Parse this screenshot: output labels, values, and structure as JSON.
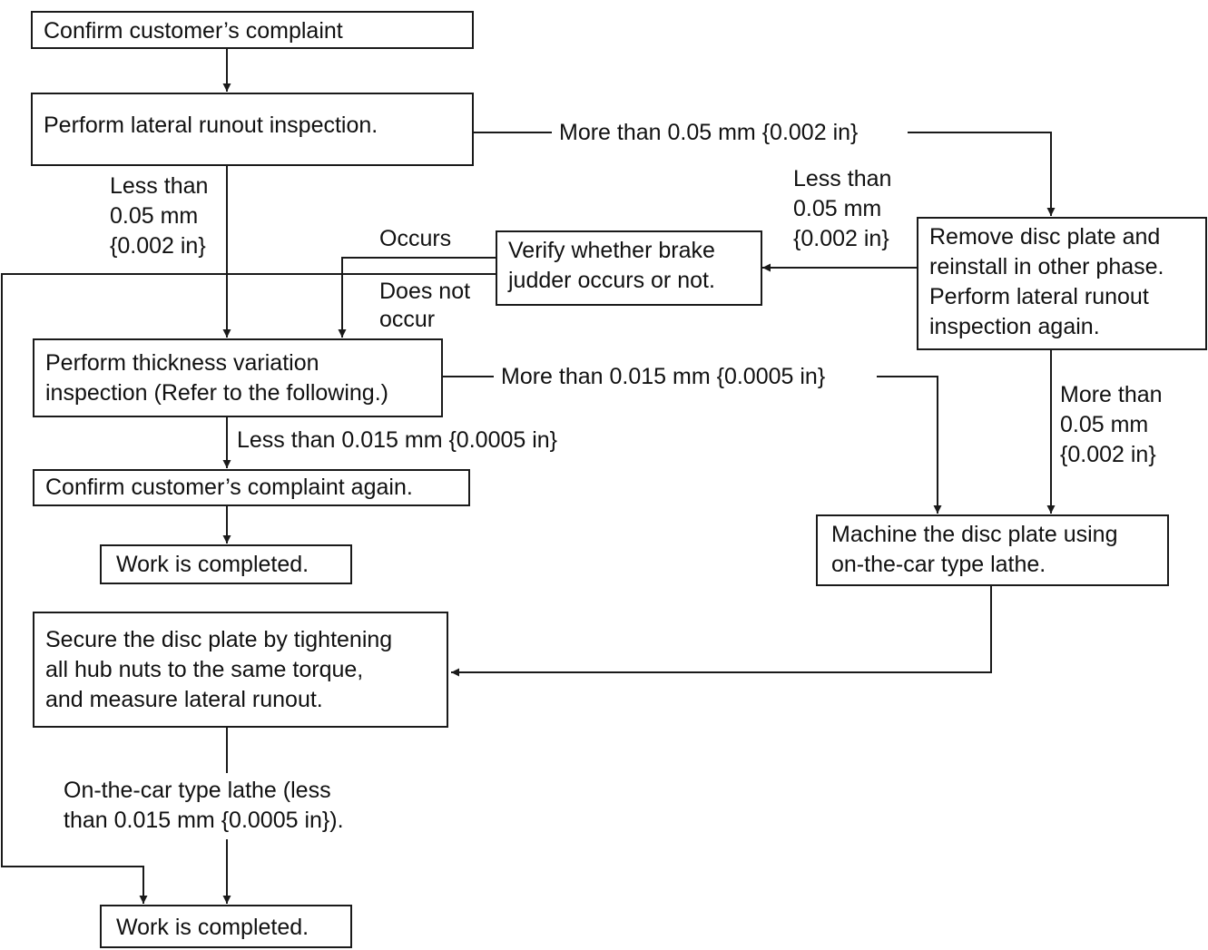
{
  "boxes": {
    "confirm_complaint": "Confirm customer’s complaint",
    "lateral_runout": "Perform lateral runout inspection.",
    "remove_reinstall": "Remove disc plate and\nreinstall in other phase.\nPerform lateral runout\ninspection again.",
    "verify_judder": "Verify whether brake\njudder occurs or not.",
    "thickness_variation": "Perform thickness variation\ninspection (Refer to the following.)",
    "confirm_again": "Confirm customer’s complaint again.",
    "work_completed_1": "Work is completed.",
    "machine_disc": "Machine the disc plate using\non-the-car type lathe.",
    "secure_disc": "Secure the disc plate by tightening\nall hub nuts to the same torque,\nand measure lateral runout.",
    "work_completed_2": "Work is completed."
  },
  "labels": {
    "more_005_top": "More than 0.05 mm {0.002 in}",
    "less_005_left": "Less than\n0.05 mm\n{0.002 in}",
    "less_005_right": "Less than\n0.05 mm\n{0.002 in}",
    "occurs": "Occurs",
    "does_not_occur": "Does not\noccur",
    "more_0015": "More than 0.015 mm {0.0005 in}",
    "more_005_right": "More than\n0.05 mm\n{0.002 in}",
    "less_0015": "Less than 0.015 mm {0.0005 in}",
    "lathe_result": "On-the-car type lathe (less\nthan 0.015 mm {0.0005 in})."
  },
  "colors": {
    "line": "#1a1a1a",
    "background": "#ffffff"
  }
}
